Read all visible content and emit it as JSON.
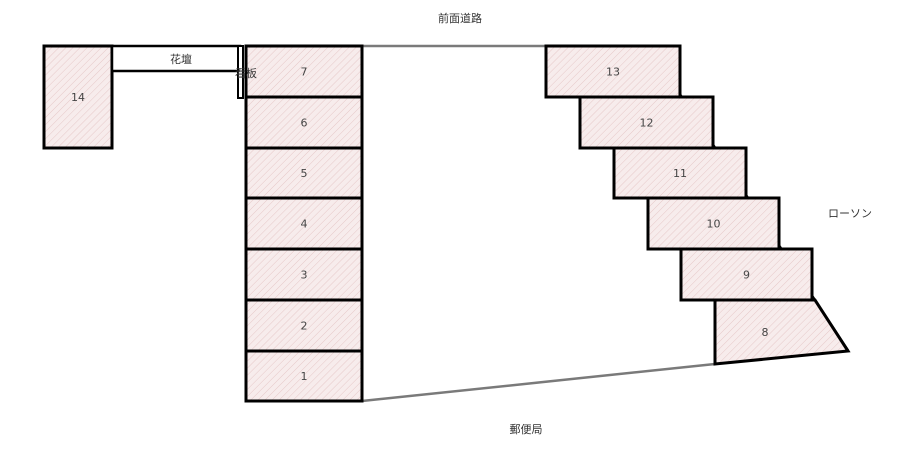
{
  "labels": {
    "front_road": "前面道路",
    "post_office": "郵便局",
    "lawson": "ローソン",
    "flower_bed": "花壇",
    "signboard": "看板"
  },
  "spots": [
    {
      "id": "1",
      "label": "1"
    },
    {
      "id": "2",
      "label": "2"
    },
    {
      "id": "3",
      "label": "3"
    },
    {
      "id": "4",
      "label": "4"
    },
    {
      "id": "5",
      "label": "5"
    },
    {
      "id": "6",
      "label": "6"
    },
    {
      "id": "7",
      "label": "7"
    },
    {
      "id": "8",
      "label": "8"
    },
    {
      "id": "9",
      "label": "9"
    },
    {
      "id": "10",
      "label": "10"
    },
    {
      "id": "11",
      "label": "11"
    },
    {
      "id": "12",
      "label": "12"
    },
    {
      "id": "13",
      "label": "13"
    },
    {
      "id": "14",
      "label": "14"
    }
  ],
  "colors": {
    "spot_fill": "#f7ecec",
    "spot_hatch": "#e6c8c8",
    "outline": "#000000",
    "boundary": "#7a7a7a"
  }
}
